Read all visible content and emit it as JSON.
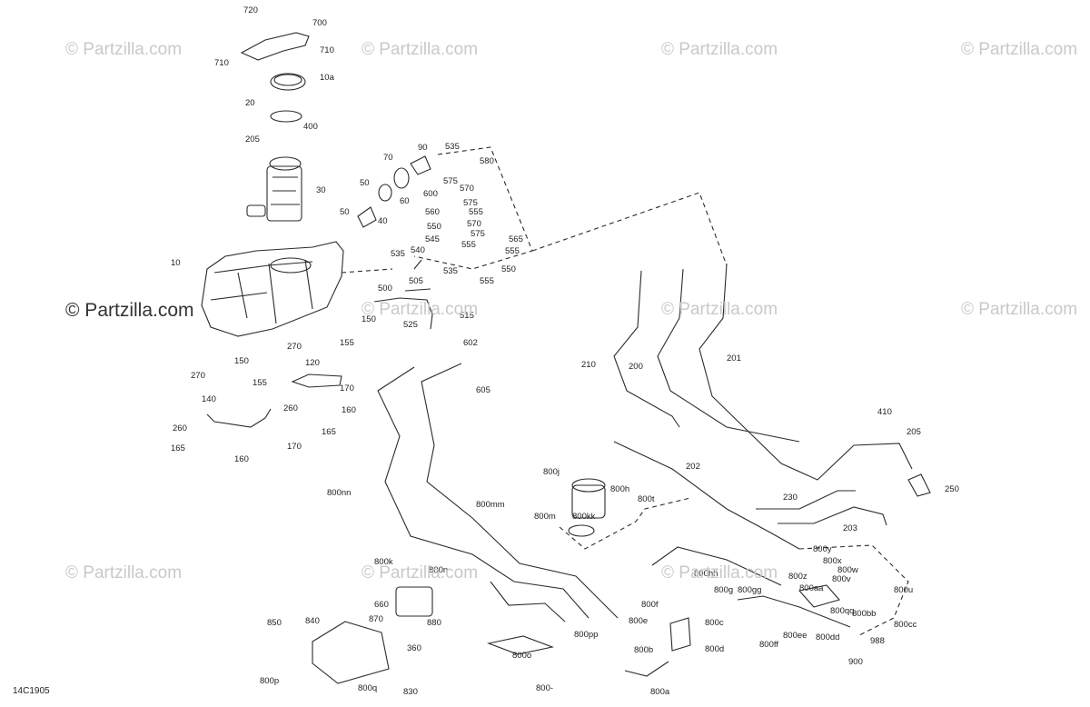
{
  "diagram_code": "14C1905",
  "watermarks": [
    "© Partzilla.com",
    "© Partzilla.com",
    "© Partzilla.com",
    "© Partzilla.com",
    "© Partzilla.com",
    "© Partzilla.com",
    "© Partzilla.com",
    "© Partzilla.com",
    "© Partzilla.com",
    "© Partzilla.com",
    "© Partzilla.com"
  ],
  "callouts": [
    "720",
    "700",
    "710",
    "710",
    "10a",
    "20",
    "400",
    "205",
    "30",
    "90",
    "535",
    "580",
    "575",
    "570",
    "600",
    "575",
    "70",
    "60",
    "50",
    "560",
    "555",
    "570",
    "50",
    "40",
    "575",
    "565",
    "550",
    "555",
    "545",
    "555",
    "540",
    "535",
    "550",
    "10",
    "535",
    "505",
    "555",
    "500",
    "150",
    "515",
    "525",
    "602",
    "270",
    "155",
    "150",
    "120",
    "270",
    "155",
    "170",
    "140",
    "260",
    "160",
    "260",
    "165",
    "165",
    "170",
    "160",
    "605",
    "210",
    "200",
    "201",
    "410",
    "205",
    "250",
    "202",
    "230",
    "203",
    "800j",
    "800h",
    "800t",
    "800kk",
    "800m",
    "800nn",
    "800mm",
    "800y",
    "800x",
    "800z",
    "800w",
    "800v",
    "800hh",
    "800aa",
    "800u",
    "800g",
    "800gg",
    "800qq",
    "800f",
    "800bb",
    "800cc",
    "800e",
    "800c",
    "800ee",
    "800dd",
    "800ff",
    "988",
    "800b",
    "800d",
    "900",
    "800a",
    "800k",
    "800n",
    "660",
    "880",
    "870",
    "360",
    "850",
    "840",
    "800o",
    "800pp",
    "800p",
    "800q",
    "830",
    "800-"
  ],
  "colors": {
    "line": "#2b2b2b",
    "watermark": "#c9c9c9"
  }
}
